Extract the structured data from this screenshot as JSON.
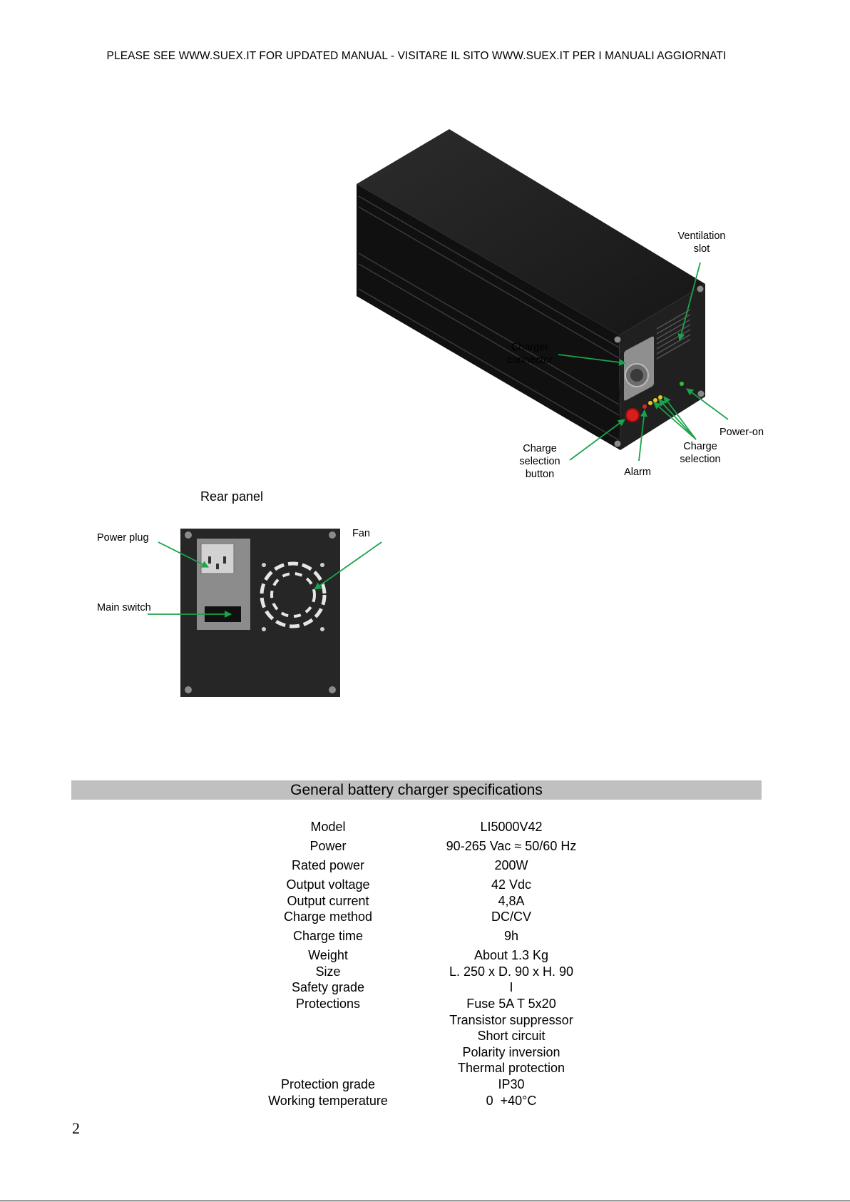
{
  "header": {
    "text": "PLEASE SEE WWW.SUEX.IT FOR UPDATED MANUAL - VISITARE IL SITO WWW.SUEX.IT PER I MANUALI AGGIORNATI"
  },
  "device_labels": {
    "ventilation_slot": [
      "Ventilation",
      "slot"
    ],
    "charger_connector": [
      "Charger",
      "connector"
    ],
    "power_on": "Power-on",
    "charge_selection": [
      "Charge",
      "selection"
    ],
    "charge_selection_button": [
      "Charge",
      "selection",
      "button"
    ],
    "alarm": "Alarm"
  },
  "rear_panel": {
    "title": "Rear panel",
    "power_plug": "Power plug",
    "fan": "Fan",
    "main_switch": "Main switch"
  },
  "specs": {
    "title": "General battery charger specifications",
    "rows": [
      {
        "label": "Model",
        "value": "LI5000V42"
      },
      {
        "label": "Power",
        "value": "90-265 Vac ≈ 50/60 Hz"
      },
      {
        "label": "Rated power",
        "value": "200W"
      },
      {
        "label": "Output voltage",
        "value": "42 Vdc"
      },
      {
        "label": "Output current",
        "value": "4,8A"
      },
      {
        "label": "Charge method",
        "value": "DC/CV"
      },
      {
        "label": "Charge time",
        "value": "9h"
      },
      {
        "label": "Weight",
        "value": "About 1.3 Kg"
      },
      {
        "label": "Size",
        "value": "L. 250 x D. 90 x H. 90"
      },
      {
        "label": "Safety grade",
        "value": "I"
      },
      {
        "label": "Protections",
        "value": "Fuse 5A T 5x20"
      },
      {
        "label": "",
        "value": "Transistor suppressor"
      },
      {
        "label": "",
        "value": "Short circuit"
      },
      {
        "label": "",
        "value": "Polarity inversion"
      },
      {
        "label": "",
        "value": "Thermal protection"
      },
      {
        "label": "Protection grade",
        "value": "IP30"
      },
      {
        "label": "Working temperature",
        "value": "0  +40°C"
      }
    ]
  },
  "page_number": "2",
  "colors": {
    "arrow": "#1aa34a",
    "device_body": "#1b1b1b",
    "spec_bar": "#c0c0c0"
  }
}
